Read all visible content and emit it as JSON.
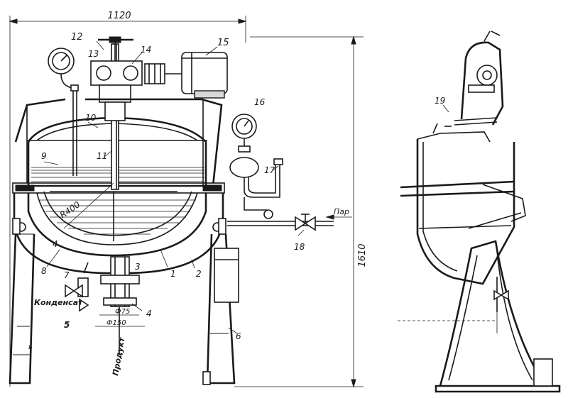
{
  "dimensions": {
    "overall_width": "1120",
    "overall_height": "1610",
    "radius": "R400",
    "outlet_inner_diameter": "Ф75",
    "outlet_outer_diameter": "Ф150"
  },
  "callouts": {
    "c1": "1",
    "c2": "2",
    "c3": "3",
    "c4": "4",
    "c5": "5",
    "c6": "6",
    "c7": "7",
    "c8": "8",
    "c9": "9",
    "c10": "10",
    "c11": "11",
    "c12": "12",
    "c13": "13",
    "c14": "14",
    "c15": "15",
    "c16": "16",
    "c17": "17",
    "c18": "18",
    "c19": "19"
  },
  "labels": {
    "steam": "Пар",
    "condensate": "Конденсат",
    "product": "Продукт"
  },
  "colors": {
    "line": "#1a1a1a",
    "paper": "#ffffff",
    "shade": "#d8d8d8"
  }
}
